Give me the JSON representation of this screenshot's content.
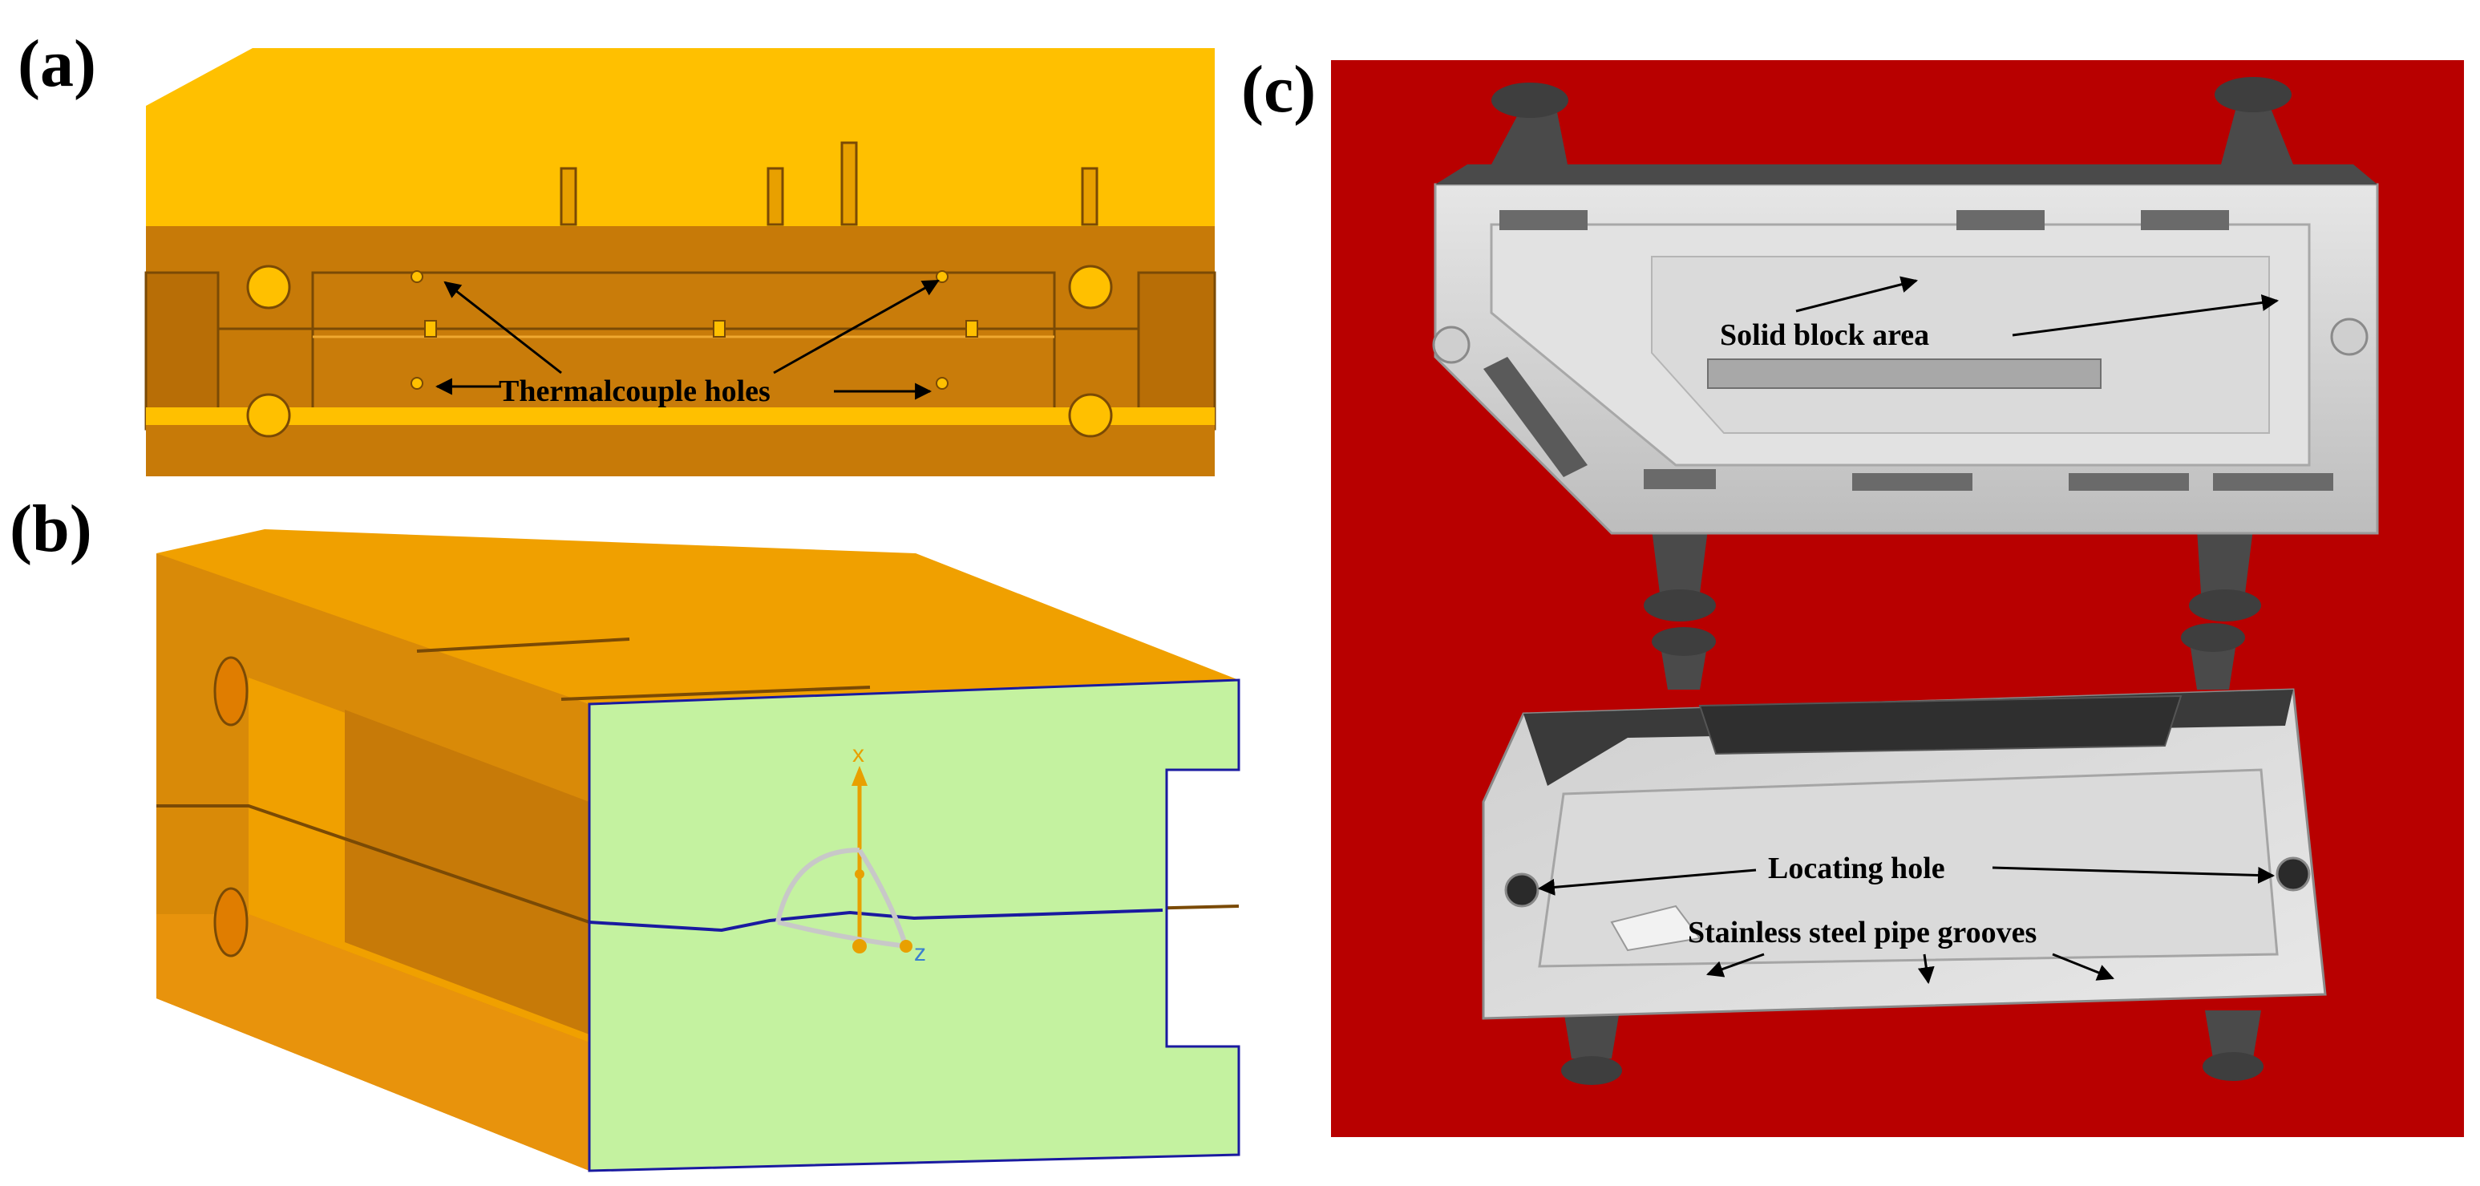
{
  "panels": [
    {
      "id": "a",
      "label": "(a)",
      "annotations": [
        "Thermalcouple holes"
      ]
    },
    {
      "id": "b",
      "label": "(b)",
      "axes": {
        "x": "x",
        "z": "z"
      }
    },
    {
      "id": "c",
      "label": "(c)",
      "annotations": [
        "Solid block area",
        "Locating hole",
        "Stainless steel pipe grooves"
      ]
    }
  ],
  "colors": {
    "mold_top": "#FFC000",
    "mold_side": "#C77A08",
    "mold_inner": "#E8930C",
    "section_face": "#C4F2A0",
    "photo_background": "#B80000",
    "metal": "#D9D9D9",
    "metal_dark": "#3A3A3A"
  }
}
